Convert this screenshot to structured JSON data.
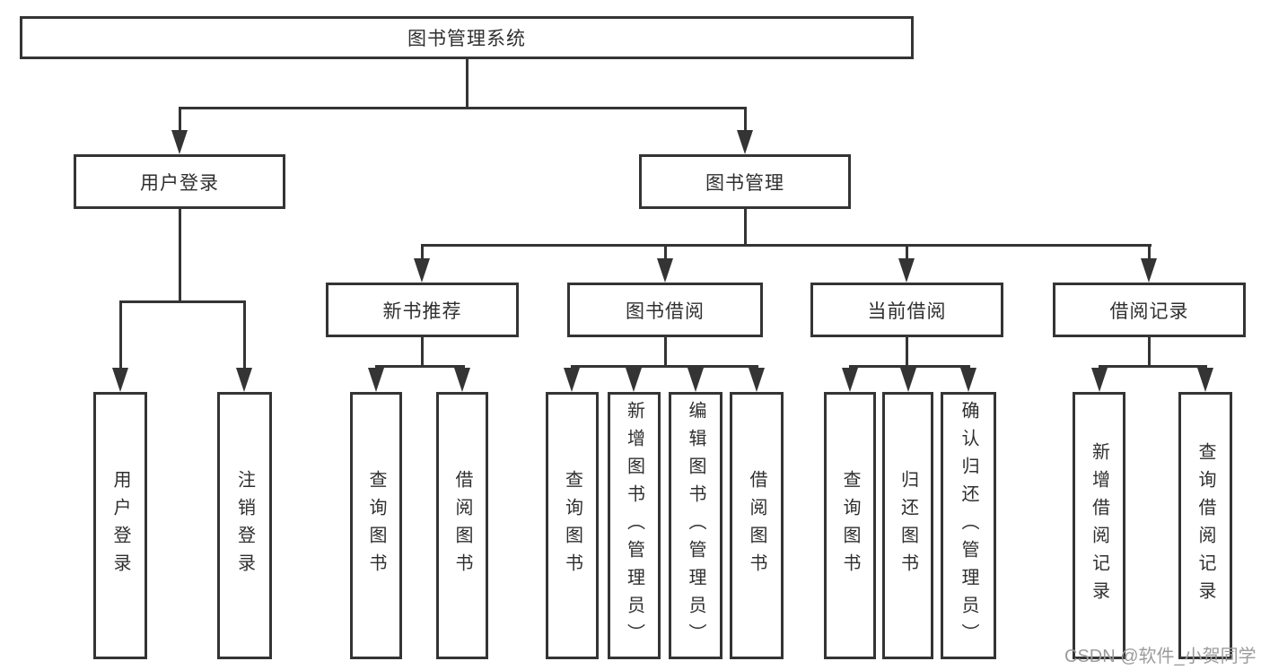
{
  "nodes": {
    "root": "图书管理系统",
    "user_login": "用户登录",
    "book_mgmt": "图书管理",
    "new_book_rec": "新书推荐",
    "book_borrow": "图书借阅",
    "current_borrow": "当前借阅",
    "borrow_record": "借阅记录",
    "leaf_user_login": "用户登录",
    "leaf_logout": "注销登录",
    "leaf_query_book_rec": "查询图书",
    "leaf_borrow_book_rec": "借阅图书",
    "leaf_query_book_borrow": "查询图书",
    "leaf_add_book": "新增图书（管理员）",
    "leaf_edit_book": "编辑图书（管理员）",
    "leaf_borrow_book_borrow": "借阅图书",
    "leaf_query_book_current": "查询图书",
    "leaf_return_book": "归还图书",
    "leaf_confirm_return": "确认归还（管理员）",
    "leaf_add_borrow_record": "新增借阅记录",
    "leaf_query_borrow_record": "查询借阅记录"
  },
  "watermark": {
    "text": "CSDN @软件_小贺同学"
  },
  "colors": {
    "line": "#343434",
    "text": "#2f2f2f",
    "watermark": "#9c9c9c",
    "background": "#ffffff"
  }
}
